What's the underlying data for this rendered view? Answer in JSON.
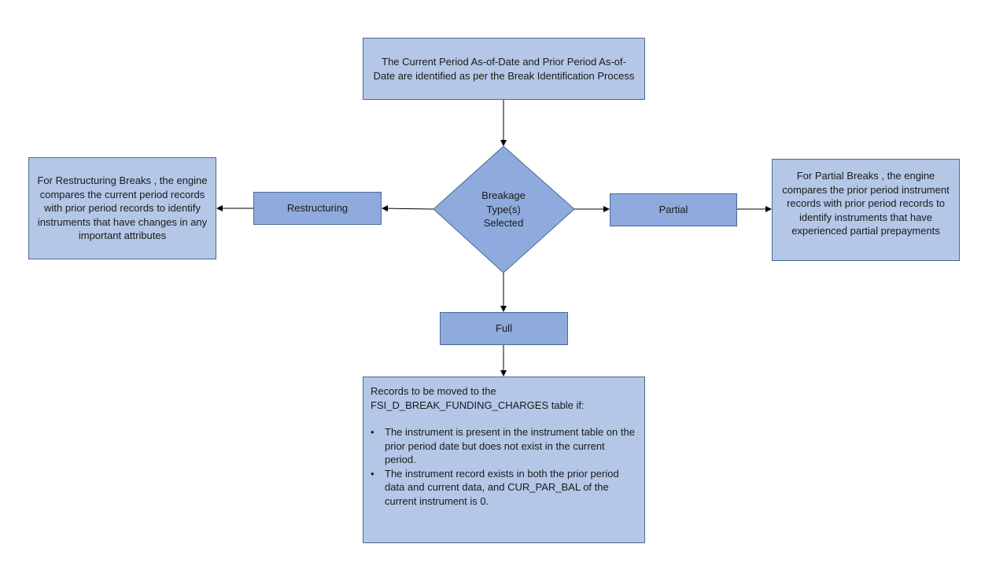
{
  "flowchart": {
    "start_box": "The Current Period As-of-Date and Prior Period As-of-Date are identified as per the Break Identification Process",
    "decision": "Breakage Type(s) Selected",
    "branches": {
      "restructuring": {
        "label": "Restructuring",
        "description": "For Restructuring Breaks , the engine compares the current period records with prior period records to identify instruments that have changes in any important attributes"
      },
      "partial": {
        "label": "Partial",
        "description": "For Partial Breaks , the engine compares the prior period instrument records with prior period records to identify instruments that have experienced partial prepayments"
      },
      "full": {
        "label": "Full",
        "records_intro": "Records to be moved to the FSI_D_BREAK_FUNDING_CHARGES table if:",
        "conditions": [
          "The instrument is present in the instrument table on the prior period date but does not exist in the current period.",
          "The instrument record exists in both the prior period data and current data, and CUR_PAR_BAL of the current instrument is 0."
        ]
      }
    }
  },
  "colors": {
    "box_light": "#b4c7e7",
    "box_mid": "#8faadc",
    "border": "#4a6a96",
    "arrow": "#000000"
  }
}
